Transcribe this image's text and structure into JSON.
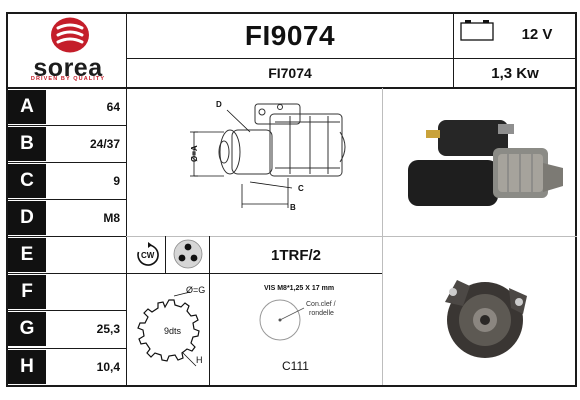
{
  "brand": {
    "name": "sorea",
    "tagline": "DRIVEN BY QUALITY",
    "color": "#c41e2a"
  },
  "header": {
    "part_number": "FI9074",
    "alt_part_number": "FI7074",
    "voltage": "12 V",
    "power": "1,3 Kw"
  },
  "specs": [
    {
      "letter": "A",
      "value": "64"
    },
    {
      "letter": "B",
      "value": "24/37"
    },
    {
      "letter": "C",
      "value": "9"
    },
    {
      "letter": "D",
      "value": "M8"
    },
    {
      "letter": "E",
      "value": ""
    },
    {
      "letter": "F",
      "value": ""
    },
    {
      "letter": "G",
      "value": "25,3"
    },
    {
      "letter": "H",
      "value": "10,4"
    }
  ],
  "drawing_labels": {
    "d": "D",
    "dia_a": "Ø=A",
    "c": "C",
    "b": "B"
  },
  "rotation": {
    "direction": "CW",
    "mount_code": "1TRF/2"
  },
  "pinion": {
    "dia_label": "Ø=G",
    "teeth_label": "9dts",
    "h_label": "H"
  },
  "terminal": {
    "title": "VIS M8*1,25 X 17 mm",
    "note_line1": "Con.clef /",
    "note_line2": "rondelle",
    "code": "C111"
  },
  "icons": {
    "battery": "battery-icon",
    "rotation": "cw-rotation-icon",
    "mount_holes": "mount-holes-icon"
  }
}
